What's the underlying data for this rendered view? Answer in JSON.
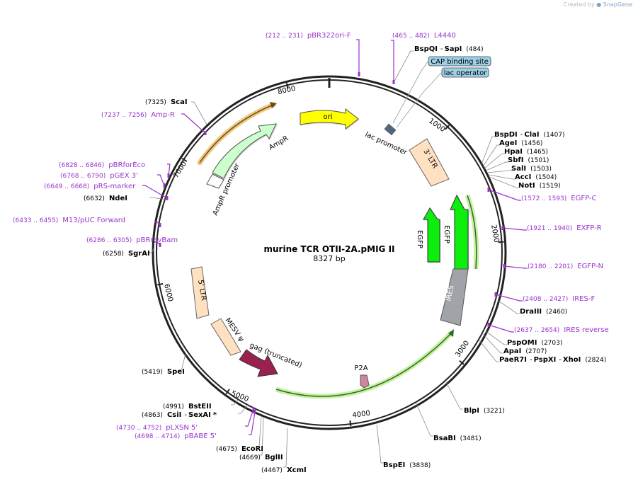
{
  "watermark": {
    "prefix": "Created by",
    "brand": "SnapGene"
  },
  "plasmid": {
    "name": "murine TCR OTII-2A.pMIG II",
    "length": 8327,
    "length_label": "8327 bp"
  },
  "tick_labels": [
    "1000",
    "2000",
    "3000",
    "4000",
    "5000",
    "6000",
    "7000",
    "8000"
  ],
  "colors": {
    "ori": "#ffff00",
    "ampr": "#ccffcc",
    "promoter": "#ffffff",
    "ltr": "#ffe0c0",
    "egfp": "#11ee11",
    "ires": "#a0a4a8",
    "mesv": "#ffe0c0",
    "gag": "#9a2050",
    "p2a": "#cc8899",
    "primer": "#9933cc",
    "site": "#000000",
    "lacop": "#9cd0e8",
    "cds_glow": "#c8f0a0"
  },
  "features": [
    {
      "id": "ori",
      "label": "ori",
      "kind": "ori"
    },
    {
      "id": "ampr",
      "label": "AmpR",
      "kind": "ampr"
    },
    {
      "id": "ampr-promoter",
      "label": "AmpR promoter",
      "kind": "promoter"
    },
    {
      "id": "lac-promoter",
      "label": "lac promoter",
      "kind": "lacpromoter"
    },
    {
      "id": "ltr3",
      "label": "3' LTR",
      "kind": "ltr"
    },
    {
      "id": "egfp-inner",
      "label": "EGFP",
      "kind": "egfp"
    },
    {
      "id": "egfp-outer",
      "label": "EGFP",
      "kind": "egfp"
    },
    {
      "id": "ires",
      "label": "IRES",
      "kind": "ires"
    },
    {
      "id": "ltr5",
      "label": "5' LTR",
      "kind": "ltr"
    },
    {
      "id": "mesv",
      "label": "MESV ψ",
      "kind": "mesv"
    },
    {
      "id": "gag",
      "label": "gag (truncated)",
      "kind": "gag"
    },
    {
      "id": "p2a",
      "label": "P2A",
      "kind": "p2a"
    }
  ],
  "callouts": [
    {
      "label": "CAP binding site"
    },
    {
      "label": "lac operator"
    }
  ],
  "sites": [
    {
      "name": "BspQI",
      "sep": "-",
      "name2": "SapI",
      "pos": "(484)",
      "kind": "site"
    },
    {
      "name": "BspDI",
      "sep": "-",
      "name2": "ClaI",
      "pos": "(1407)",
      "kind": "site"
    },
    {
      "name": "AgeI",
      "pos": "(1456)",
      "kind": "site"
    },
    {
      "name": "HpaI",
      "pos": "(1465)",
      "kind": "site"
    },
    {
      "name": "SbfI",
      "pos": "(1501)",
      "kind": "site"
    },
    {
      "name": "SalI",
      "pos": "(1503)",
      "kind": "site"
    },
    {
      "name": "AccI",
      "pos": "(1504)",
      "kind": "site"
    },
    {
      "name": "NotI",
      "pos": "(1519)",
      "kind": "site"
    },
    {
      "name": "EGFP-C",
      "pos": "(1572 .. 1593)",
      "kind": "primer"
    },
    {
      "name": "EXFP-R",
      "pos": "(1921 .. 1940)",
      "kind": "primer"
    },
    {
      "name": "EGFP-N",
      "pos": "(2180 .. 2201)",
      "kind": "primer"
    },
    {
      "name": "IRES-F",
      "pos": "(2408 .. 2427)",
      "kind": "primer"
    },
    {
      "name": "DraIII",
      "pos": "(2460)",
      "kind": "site"
    },
    {
      "name": "IRES reverse",
      "pos": "(2637 .. 2654)",
      "kind": "primer"
    },
    {
      "name": "PspOMI",
      "pos": "(2703)",
      "kind": "site"
    },
    {
      "name": "ApaI",
      "pos": "(2707)",
      "kind": "site"
    },
    {
      "name": "PaeR7I",
      "sep": "-",
      "name2": "PspXI",
      "sep2": "-",
      "name3": "XhoI",
      "pos": "(2824)",
      "kind": "site"
    },
    {
      "name": "BlpI",
      "pos": "(3221)",
      "kind": "site"
    },
    {
      "name": "BsaBI",
      "pos": "(3481)",
      "kind": "site"
    },
    {
      "name": "BspEI",
      "pos": "(3838)",
      "kind": "site"
    },
    {
      "name": "XcmI",
      "pos": "(4467)",
      "kind": "site"
    },
    {
      "name": "BglII",
      "pos": "(4669)",
      "kind": "site"
    },
    {
      "name": "EcoRI",
      "pos": "(4675)",
      "kind": "site"
    },
    {
      "name": "pBABE 5'",
      "pos": "(4698 .. 4714)",
      "kind": "primer"
    },
    {
      "name": "pLXSN 5'",
      "pos": "(4730 .. 4752)",
      "kind": "primer"
    },
    {
      "name": "CsiI",
      "sep": "-",
      "name2": "SexAI",
      "star": "*",
      "pos": "(4863)",
      "kind": "site"
    },
    {
      "name": "BstEII",
      "pos": "(4991)",
      "kind": "site"
    },
    {
      "name": "SpeI",
      "pos": "(5419)",
      "kind": "site"
    },
    {
      "name": "SgrAI",
      "pos": "(6258)",
      "kind": "site"
    },
    {
      "name": "pBRrevBam",
      "pos": "(6286 .. 6305)",
      "kind": "primer"
    },
    {
      "name": "M13/pUC Forward",
      "pos": "(6433 .. 6455)",
      "kind": "primer"
    },
    {
      "name": "NdeI",
      "pos": "(6632)",
      "kind": "site"
    },
    {
      "name": "pRS-marker",
      "pos": "(6649 .. 6668)",
      "kind": "primer"
    },
    {
      "name": "pGEX 3'",
      "pos": "(6768 .. 6790)",
      "kind": "primer"
    },
    {
      "name": "pBRforEco",
      "pos": "(6828 .. 6846)",
      "kind": "primer"
    },
    {
      "name": "Amp-R",
      "pos": "(7237 .. 7256)",
      "kind": "primer"
    },
    {
      "name": "ScaI",
      "pos": "(7325)",
      "kind": "site"
    },
    {
      "name": "pBR322ori-F",
      "pos": "(212 .. 231)",
      "kind": "primer"
    },
    {
      "name": "L4440",
      "pos": "(465 .. 482)",
      "kind": "primer"
    }
  ]
}
